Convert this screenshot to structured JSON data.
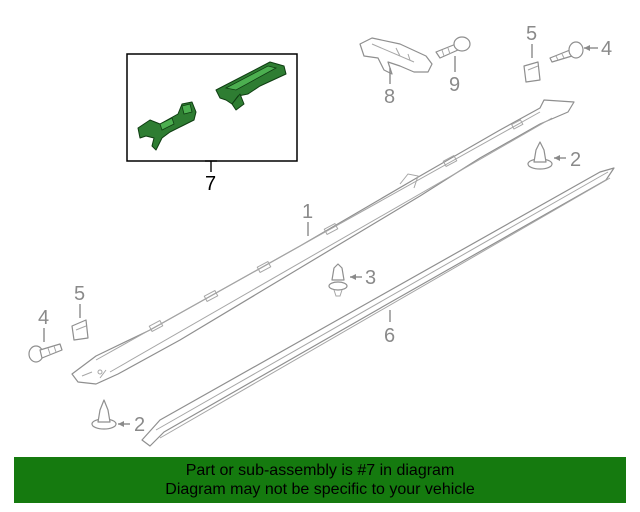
{
  "callouts": {
    "part_1": "1",
    "part_2_right": "2",
    "part_2_left": "2",
    "part_3": "3",
    "part_4_right": "4",
    "part_4_left": "4",
    "part_5_right": "5",
    "part_5_left": "5",
    "part_6": "6",
    "part_7": "7",
    "part_8": "8",
    "part_9": "9"
  },
  "banner": {
    "line1": "Part or sub-assembly is #7 in diagram",
    "line2": "Diagram may not be specific to your vehicle"
  },
  "colors": {
    "banner_bg": "#157a0f",
    "highlight_part": "#2e7d32",
    "line_art": "#8f8f8f"
  }
}
